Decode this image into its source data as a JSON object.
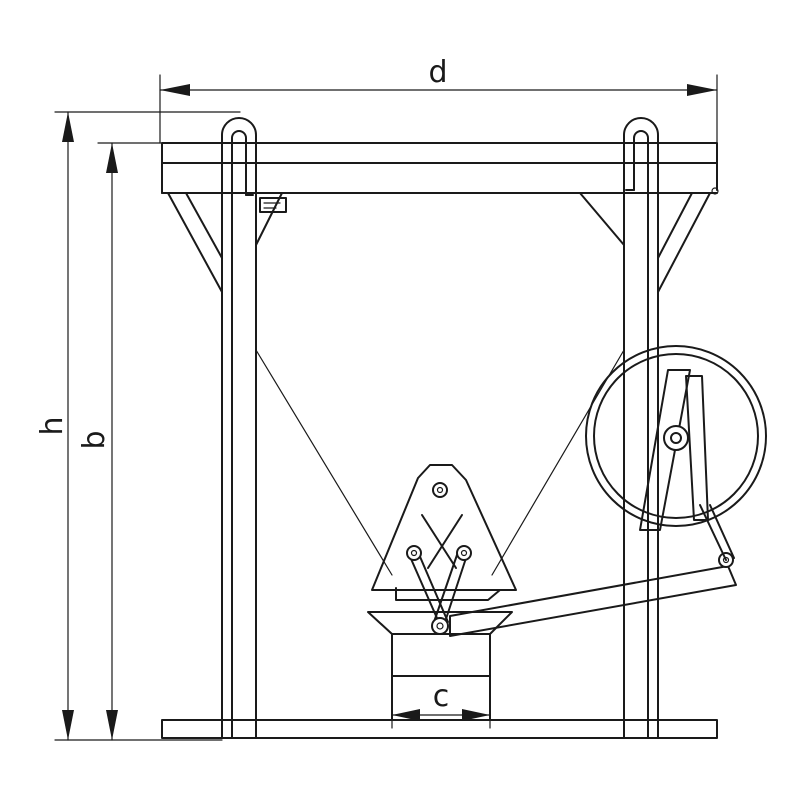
{
  "diagram": {
    "dimension_labels": {
      "width_top": "d",
      "height_overall": "h",
      "height_inner": "b",
      "outlet_width": "c"
    },
    "colors": {
      "line": "#1a1a1a",
      "background": "#ffffff"
    }
  }
}
